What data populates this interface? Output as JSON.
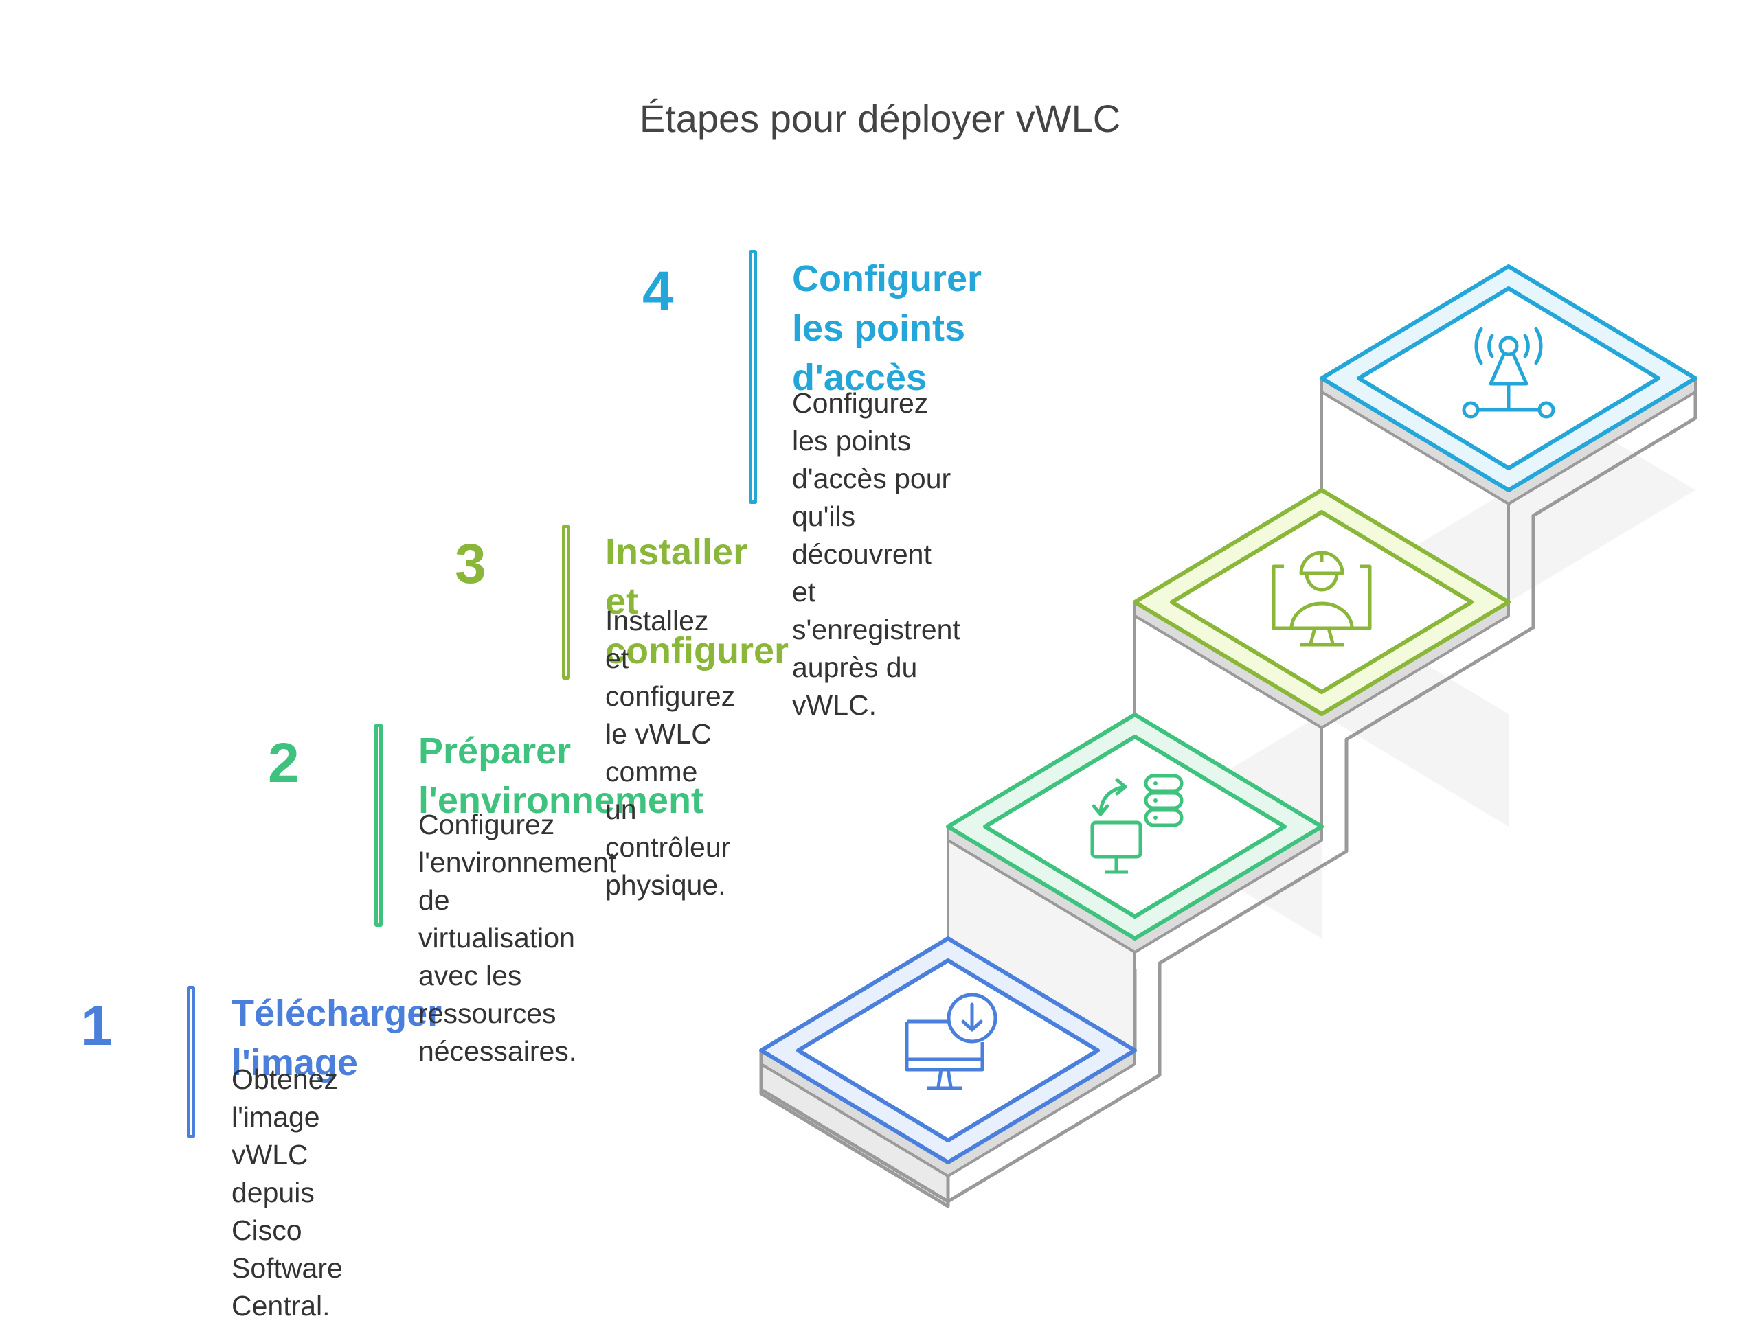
{
  "title": "Étapes pour déployer vWLC",
  "steps": [
    {
      "number": "1",
      "heading": "Télécharger l'image",
      "description_lines": [
        "Obtenez l'image vWLC depuis",
        "Cisco Software Central."
      ],
      "color": "#4a7fdc",
      "tint": "#e9f0fd",
      "icon": "monitor-download-icon"
    },
    {
      "number": "2",
      "heading": "Préparer l'environnement",
      "description_lines": [
        "Configurez l'environnement de",
        "virtualisation avec les ressources",
        "nécessaires."
      ],
      "color": "#3ec27e",
      "tint": "#e6f8ee",
      "icon": "server-transfer-icon"
    },
    {
      "number": "3",
      "heading": "Installer et configurer",
      "description_lines": [
        "Installez et configurez le vWLC",
        "comme un contrôleur physique."
      ],
      "color": "#8ab73a",
      "tint": "#f3fbdc",
      "icon": "technician-monitor-icon"
    },
    {
      "number": "4",
      "heading_lines": [
        "Configurer les points",
        "d'accès"
      ],
      "description_lines": [
        "Configurez les points d'accès pour",
        "qu'ils découvrent et s'enregistrent",
        "auprès du vWLC."
      ],
      "color": "#24a6d8",
      "tint": "#e6f6fc",
      "icon": "antenna-tower-icon"
    }
  ]
}
